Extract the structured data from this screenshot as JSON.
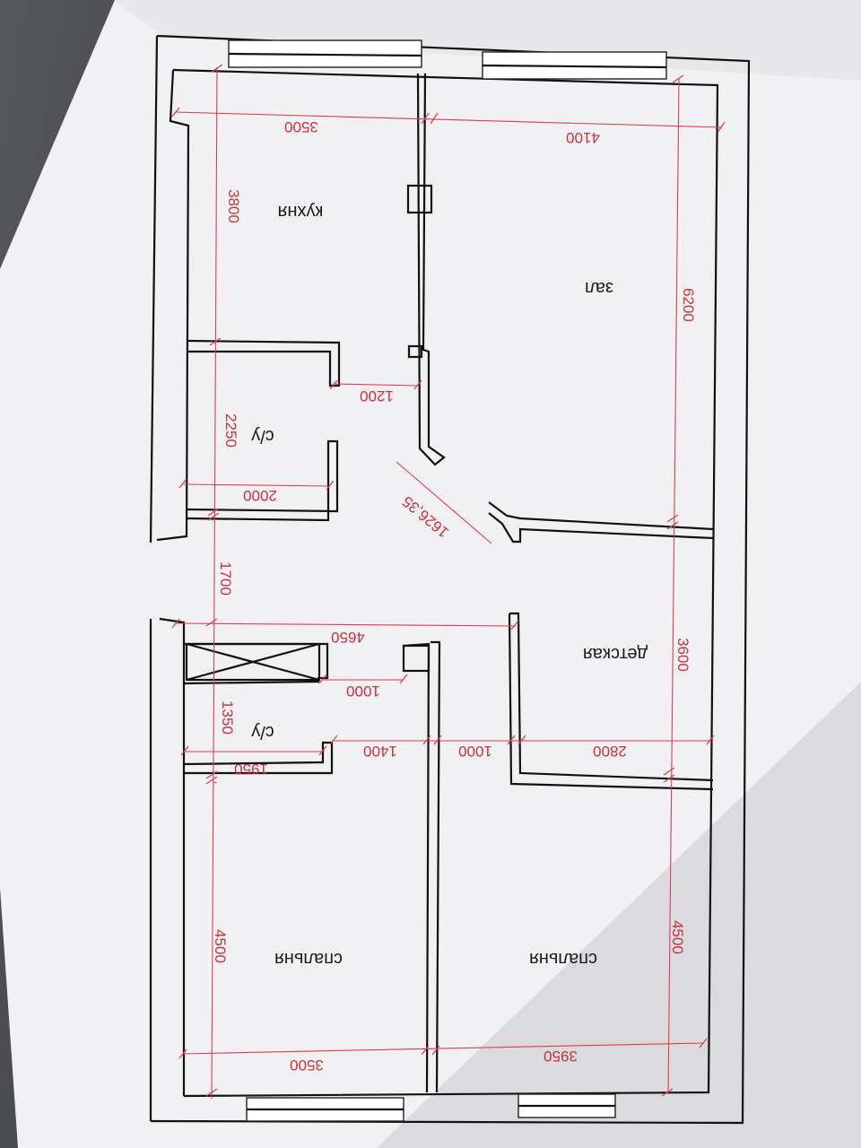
{
  "rooms": {
    "kitchen": "кухня",
    "hall": "зал",
    "wc_top": "с/у",
    "kids": "детская",
    "wc_bottom": "с/у",
    "bedroom_left": "спальня",
    "bedroom_right": "спальня"
  },
  "dimensions": {
    "kitchen_width": "3500",
    "hall_width": "4100",
    "kitchen_height": "3800",
    "hall_height": "6200",
    "wc_top_height": "2250",
    "wc_top_width": "2000",
    "wc_door": "1200",
    "diag": "1626,35",
    "corridor": "1700",
    "corridor_len": "4650",
    "wc_bottom_door": "1000",
    "kids_height": "3600",
    "wc_bottom_height": "1350",
    "wc_bottom_width": "1950",
    "bedroom_door": "1400",
    "kids_door": "1000",
    "kids_width": "2800",
    "bedroom_left_height": "4500",
    "bedroom_right_height": "4500",
    "bedroom_left_width": "3500",
    "bedroom_right_width": "3950"
  }
}
